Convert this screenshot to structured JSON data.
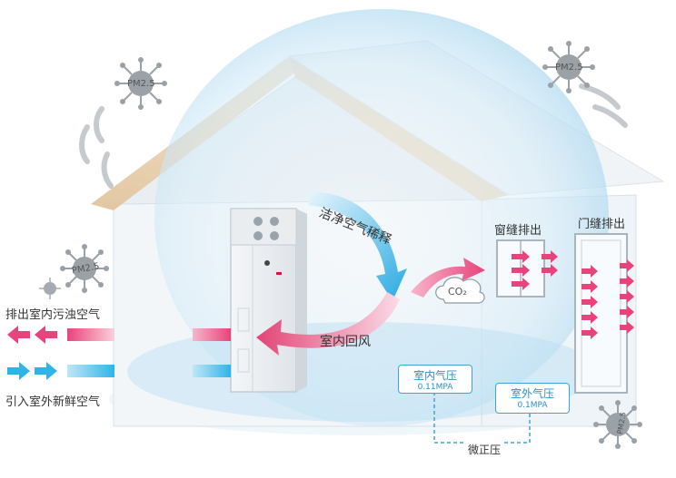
{
  "labels": {
    "clean_air_dilute": "洁净空气稀释",
    "indoor_return": "室内回风",
    "window_exhaust": "窗缝排出",
    "door_exhaust": "门缝排出",
    "exhaust_indoor_polluted": "排出室内污浊空气",
    "intake_outdoor_fresh": "引入室外新鲜空气",
    "co2": "CO₂",
    "micro_positive_pressure": "微正压"
  },
  "pressure": {
    "indoor_label": "室内气压",
    "indoor_value": "0.11MPA",
    "outdoor_label": "室外气压",
    "outdoor_value": "0.1MPA"
  },
  "pm_labels": [
    "PM2.5",
    "PM2.5",
    "PM2.5",
    "PM2.5"
  ],
  "colors": {
    "pink": "#e8437a",
    "blue": "#2fb4e8",
    "bubble": "#cfe8f5",
    "roof": "#e9d3b4"
  }
}
